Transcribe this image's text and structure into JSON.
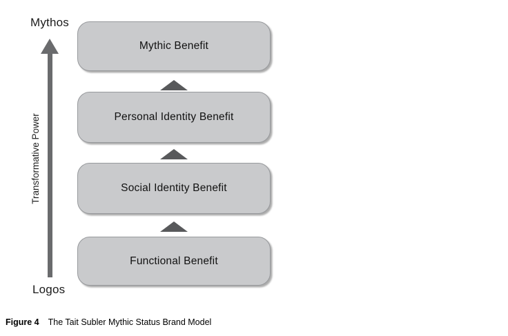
{
  "figure": {
    "caption_label": "Figure 4",
    "caption_text": "The Tait Subler Mythic Status Brand Model"
  },
  "axis": {
    "top_label": "Mythos",
    "bottom_label": "Logos",
    "arrow_label": "Transformative Power",
    "arrow_icon": "up-arrow",
    "direction": "bottom-to-top"
  },
  "levels": [
    {
      "label": "Mythic Benefit"
    },
    {
      "label": "Personal Identity Benefit"
    },
    {
      "label": "Social Identity Benefit"
    },
    {
      "label": "Functional Benefit"
    }
  ],
  "connectors": {
    "icon": "up-triangle",
    "count": 3
  },
  "colors": {
    "background": "#ffffff",
    "box_fill": "#c9cacc",
    "box_border": "#97999c",
    "box_text": "#111111",
    "arrow": "#6a6b6d",
    "triangle": "#58595b",
    "caption_text": "#000000"
  }
}
